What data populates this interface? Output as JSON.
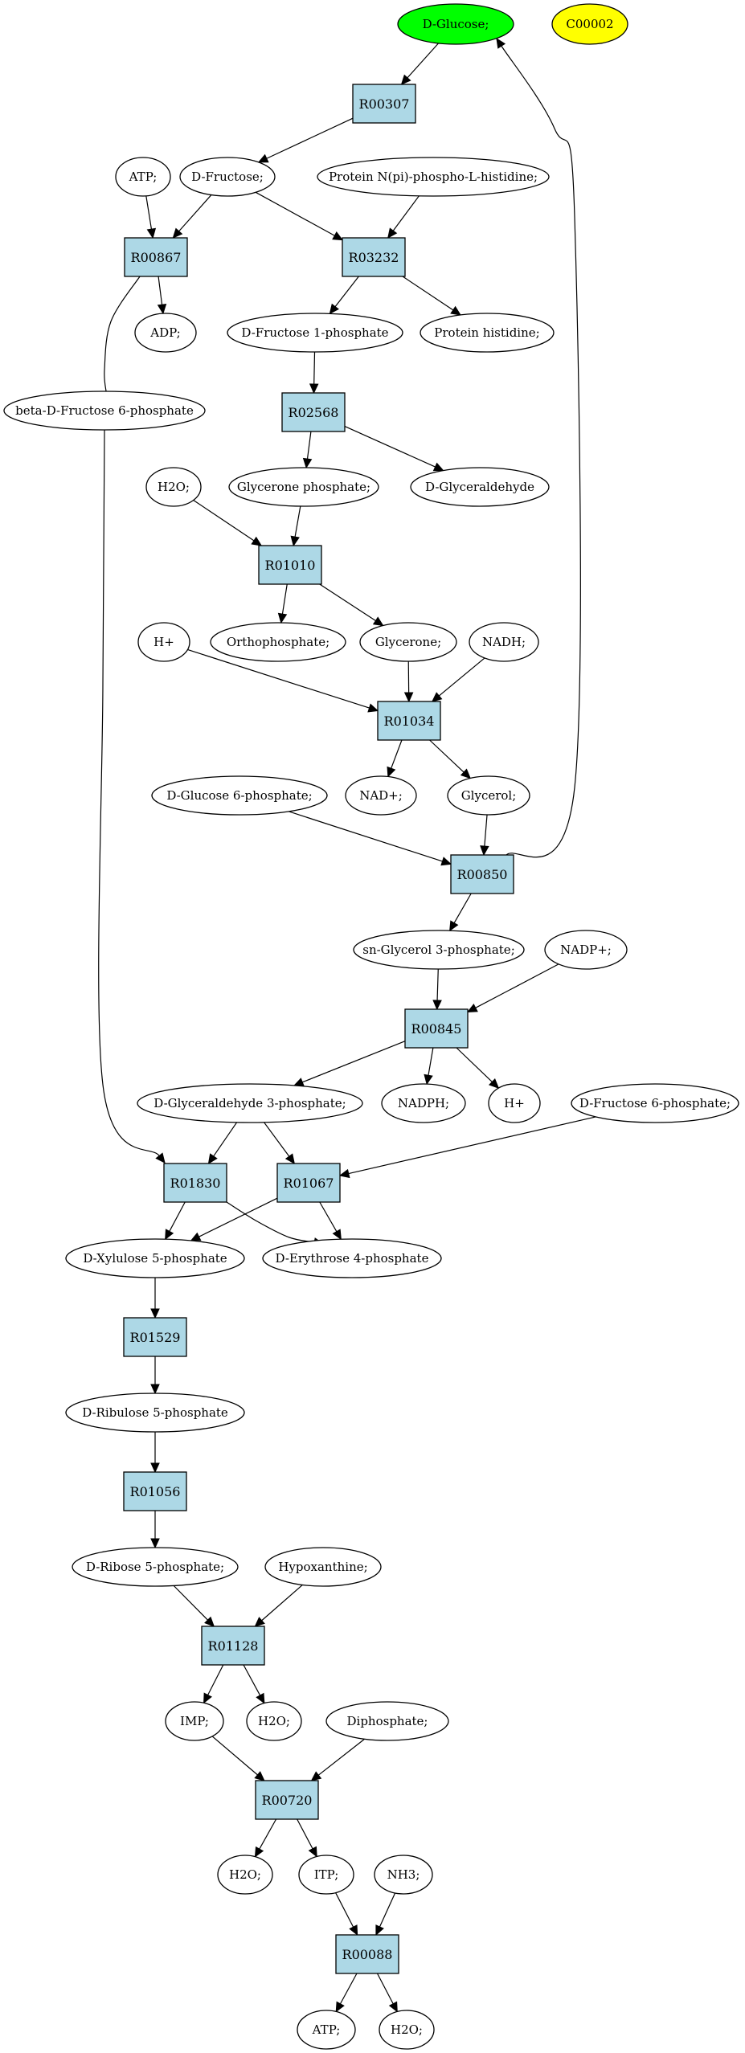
{
  "diagram": {
    "compounds": [
      {
        "id": "glucose",
        "label": "D-Glucose;",
        "fill": "#00ff00"
      },
      {
        "id": "c00002",
        "label": "C00002",
        "fill": "#ffff00"
      },
      {
        "id": "atp1",
        "label": "ATP;"
      },
      {
        "id": "fructose",
        "label": "D-Fructose;"
      },
      {
        "id": "protein_nph",
        "label": "Protein N(pi)-phospho-L-histidine;"
      },
      {
        "id": "adp",
        "label": "ADP;"
      },
      {
        "id": "fru1p",
        "label": "D-Fructose 1-phosphate"
      },
      {
        "id": "prothis",
        "label": "Protein histidine;"
      },
      {
        "id": "bfru6p",
        "label": "beta-D-Fructose 6-phosphate"
      },
      {
        "id": "h2o_a",
        "label": "H2O;"
      },
      {
        "id": "glycp",
        "label": "Glycerone phosphate;"
      },
      {
        "id": "dglyald",
        "label": "D-Glyceraldehyde"
      },
      {
        "id": "hplus1",
        "label": "H+"
      },
      {
        "id": "orthop",
        "label": "Orthophosphate;"
      },
      {
        "id": "glycerone",
        "label": "Glycerone;"
      },
      {
        "id": "nadh",
        "label": "NADH;"
      },
      {
        "id": "glc6p",
        "label": "D-Glucose 6-phosphate;"
      },
      {
        "id": "nadplus",
        "label": "NAD+;"
      },
      {
        "id": "glycerol",
        "label": "Glycerol;"
      },
      {
        "id": "sng3p",
        "label": "sn-Glycerol 3-phosphate;"
      },
      {
        "id": "nadpplus",
        "label": "NADP+;"
      },
      {
        "id": "ga3p",
        "label": "D-Glyceraldehyde 3-phosphate;"
      },
      {
        "id": "nadph",
        "label": "NADPH;"
      },
      {
        "id": "hplus2",
        "label": "H+"
      },
      {
        "id": "fru6p",
        "label": "D-Fructose 6-phosphate;"
      },
      {
        "id": "xu5p",
        "label": "D-Xylulose 5-phosphate"
      },
      {
        "id": "e4p",
        "label": "D-Erythrose 4-phosphate"
      },
      {
        "id": "ru5p",
        "label": "D-Ribulose 5-phosphate"
      },
      {
        "id": "r5p",
        "label": "D-Ribose 5-phosphate;"
      },
      {
        "id": "hypox",
        "label": "Hypoxanthine;"
      },
      {
        "id": "imp",
        "label": "IMP;"
      },
      {
        "id": "h2o_b",
        "label": "H2O;"
      },
      {
        "id": "diphos",
        "label": "Diphosphate;"
      },
      {
        "id": "h2o_c",
        "label": "H2O;"
      },
      {
        "id": "itp",
        "label": "ITP;"
      },
      {
        "id": "nh3",
        "label": "NH3;"
      },
      {
        "id": "atp2",
        "label": "ATP;"
      },
      {
        "id": "h2o_d",
        "label": "H2O;"
      }
    ],
    "reactions": [
      {
        "id": "R00307",
        "label": "R00307"
      },
      {
        "id": "R00867",
        "label": "R00867"
      },
      {
        "id": "R03232",
        "label": "R03232"
      },
      {
        "id": "R02568",
        "label": "R02568"
      },
      {
        "id": "R01010",
        "label": "R01010"
      },
      {
        "id": "R01034",
        "label": "R01034"
      },
      {
        "id": "R00850",
        "label": "R00850"
      },
      {
        "id": "R00845",
        "label": "R00845"
      },
      {
        "id": "R01830",
        "label": "R01830"
      },
      {
        "id": "R01067",
        "label": "R01067"
      },
      {
        "id": "R01529",
        "label": "R01529"
      },
      {
        "id": "R01056",
        "label": "R01056"
      },
      {
        "id": "R01128",
        "label": "R01128"
      },
      {
        "id": "R00720",
        "label": "R00720"
      },
      {
        "id": "R00088",
        "label": "R00088"
      }
    ],
    "edges": [
      [
        "glucose",
        "R00307"
      ],
      [
        "R00307",
        "fructose"
      ],
      [
        "atp1",
        "R00867"
      ],
      [
        "fructose",
        "R00867"
      ],
      [
        "R00867",
        "adp"
      ],
      [
        "R00867",
        "bfru6p"
      ],
      [
        "fructose",
        "R03232"
      ],
      [
        "protein_nph",
        "R03232"
      ],
      [
        "R03232",
        "fru1p"
      ],
      [
        "R03232",
        "prothis"
      ],
      [
        "fru1p",
        "R02568"
      ],
      [
        "R02568",
        "glycp"
      ],
      [
        "R02568",
        "dglyald"
      ],
      [
        "h2o_a",
        "R01010"
      ],
      [
        "glycp",
        "R01010"
      ],
      [
        "R01010",
        "orthop"
      ],
      [
        "R01010",
        "glycerone"
      ],
      [
        "hplus1",
        "R01034"
      ],
      [
        "glycerone",
        "R01034"
      ],
      [
        "nadh",
        "R01034"
      ],
      [
        "R01034",
        "nadplus"
      ],
      [
        "R01034",
        "glycerol"
      ],
      [
        "glc6p",
        "R00850"
      ],
      [
        "glycerol",
        "R00850"
      ],
      [
        "R00850",
        "glucose"
      ],
      [
        "R00850",
        "sng3p"
      ],
      [
        "sng3p",
        "R00845"
      ],
      [
        "nadpplus",
        "R00845"
      ],
      [
        "R00845",
        "ga3p"
      ],
      [
        "R00845",
        "nadph"
      ],
      [
        "R00845",
        "hplus2"
      ],
      [
        "bfru6p",
        "R01830"
      ],
      [
        "ga3p",
        "R01830"
      ],
      [
        "R01830",
        "xu5p"
      ],
      [
        "R01830",
        "e4p"
      ],
      [
        "ga3p",
        "R01067"
      ],
      [
        "fru6p",
        "R01067"
      ],
      [
        "R01067",
        "xu5p"
      ],
      [
        "R01067",
        "e4p"
      ],
      [
        "xu5p",
        "R01529"
      ],
      [
        "R01529",
        "ru5p"
      ],
      [
        "ru5p",
        "R01056"
      ],
      [
        "R01056",
        "r5p"
      ],
      [
        "r5p",
        "R01128"
      ],
      [
        "hypox",
        "R01128"
      ],
      [
        "R01128",
        "imp"
      ],
      [
        "R01128",
        "h2o_b"
      ],
      [
        "imp",
        "R00720"
      ],
      [
        "diphos",
        "R00720"
      ],
      [
        "R00720",
        "h2o_c"
      ],
      [
        "R00720",
        "itp"
      ],
      [
        "itp",
        "R00088"
      ],
      [
        "nh3",
        "R00088"
      ],
      [
        "R00088",
        "atp2"
      ],
      [
        "R00088",
        "h2o_d"
      ]
    ]
  }
}
